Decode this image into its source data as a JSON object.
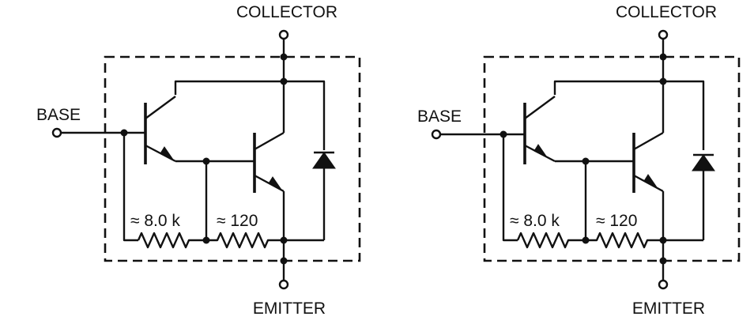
{
  "diagrams": [
    {
      "collector_label": "COLLECTOR",
      "base_label": "BASE",
      "emitter_label": "EMITTER",
      "r1_label": "≈ 8.0 k",
      "r2_label": "≈ 120",
      "type": "NPN Darlington"
    },
    {
      "collector_label": "COLLECTOR",
      "base_label": "BASE",
      "emitter_label": "EMITTER",
      "r1_label": "≈ 8.0 k",
      "r2_label": "≈ 120",
      "type": "PNP Darlington"
    }
  ]
}
